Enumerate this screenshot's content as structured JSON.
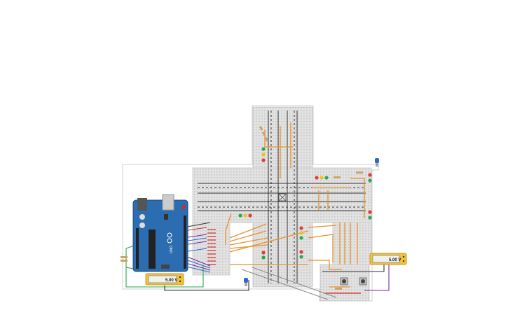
{
  "canvas": {
    "background": "#ffffff",
    "breadboard_color": "#dcdcdc",
    "board_color": "#2c6cb0"
  },
  "arduino": {
    "name": "arduino-uno",
    "label": "UNO"
  },
  "meters": [
    {
      "name": "multimeter-left",
      "reading": "5.00 V"
    },
    {
      "name": "multimeter-right",
      "reading": "5.00 V"
    }
  ],
  "colors": {
    "wire_orange": "#e8912a",
    "wire_dark": "#333333",
    "wire_green": "#2aa34a",
    "wire_purple": "#7a2a9a",
    "wire_red": "#d32a2a",
    "wire_blue": "#2a6ad3",
    "wire_gray": "#8a8a8a",
    "led_red": "#e23b3b",
    "led_yellow": "#e8c22a",
    "led_green": "#2ea84a",
    "meter_yellow": "#f0c23a"
  }
}
